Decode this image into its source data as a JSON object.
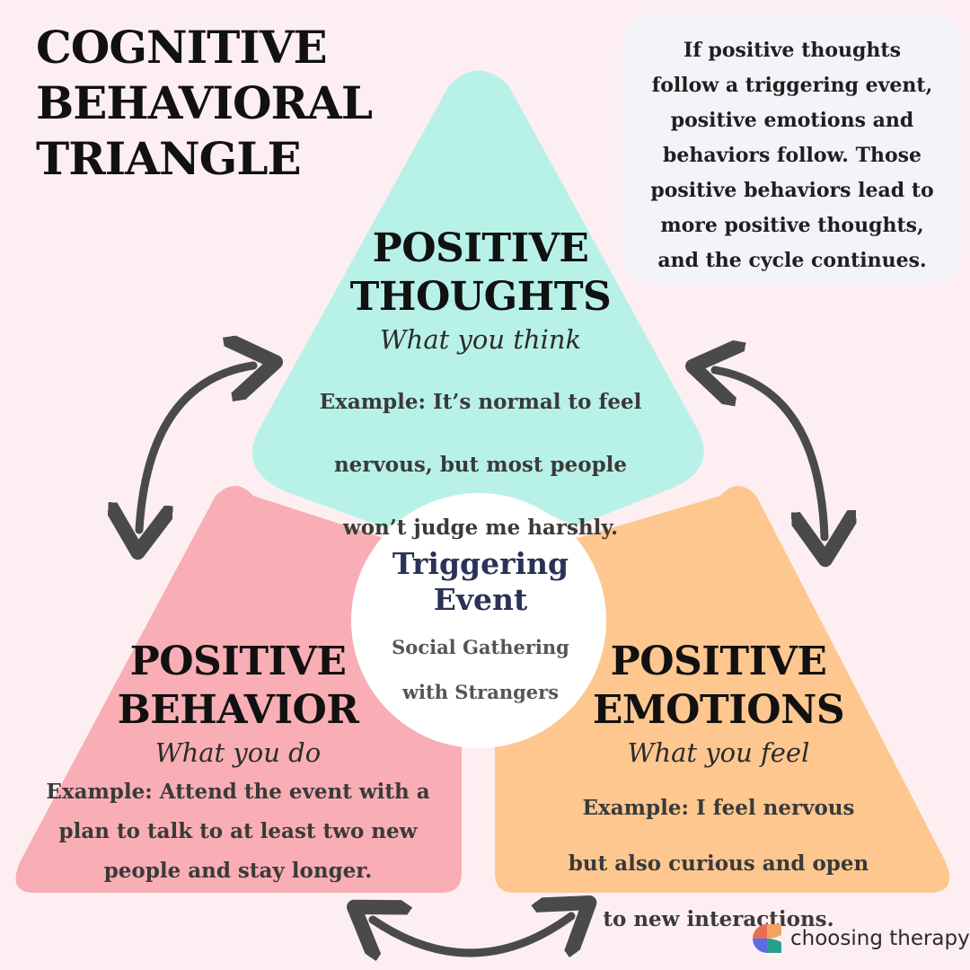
{
  "title_lines": [
    "COGNITIVE",
    "BEHAVIORAL",
    "TRIANGLE"
  ],
  "info_box": {
    "lines": [
      "If positive thoughts",
      "follow a triggering event,",
      "positive emotions and",
      "behaviors follow.  Those",
      "positive behaviors lead to",
      "more positive thoughts,",
      "and the cycle continues."
    ]
  },
  "thoughts": {
    "title_lines": [
      "POSITIVE",
      "THOUGHTS"
    ],
    "subtitle": "What you think",
    "example_lines": [
      "Example: It’s normal to feel",
      "nervous, but most people",
      "won’t judge me harshly."
    ],
    "color": "#b8f1e8"
  },
  "behavior": {
    "title_lines": [
      "POSITIVE",
      "BEHAVIOR"
    ],
    "subtitle": "What you do",
    "example_lines": [
      "Example: Attend the event with a",
      "plan to talk to at least two new",
      "people and stay longer."
    ],
    "color": "#f8aeb4"
  },
  "emotions": {
    "title_lines": [
      "POSITIVE",
      "EMOTIONS"
    ],
    "subtitle": "What you feel",
    "example_lines": [
      "Example: I feel nervous",
      "but also curious and open",
      "to new interactions."
    ],
    "color": "#fdc78f"
  },
  "trigger": {
    "title_lines": [
      "Triggering",
      "Event"
    ],
    "example_lines": [
      "Social Gathering",
      "with Strangers"
    ]
  },
  "brand": {
    "name": "choosing therapy",
    "logo_colors": [
      "#f4a261",
      "#2a9d8f",
      "#e76f51",
      "#5b6ee1"
    ]
  },
  "colors": {
    "background": "#fdeff1",
    "arrow": "#4a4a4a",
    "trigger_text": "#2a3256"
  },
  "icons": [
    "cycle-arrow-icon",
    "choosing-therapy-logo-icon"
  ]
}
